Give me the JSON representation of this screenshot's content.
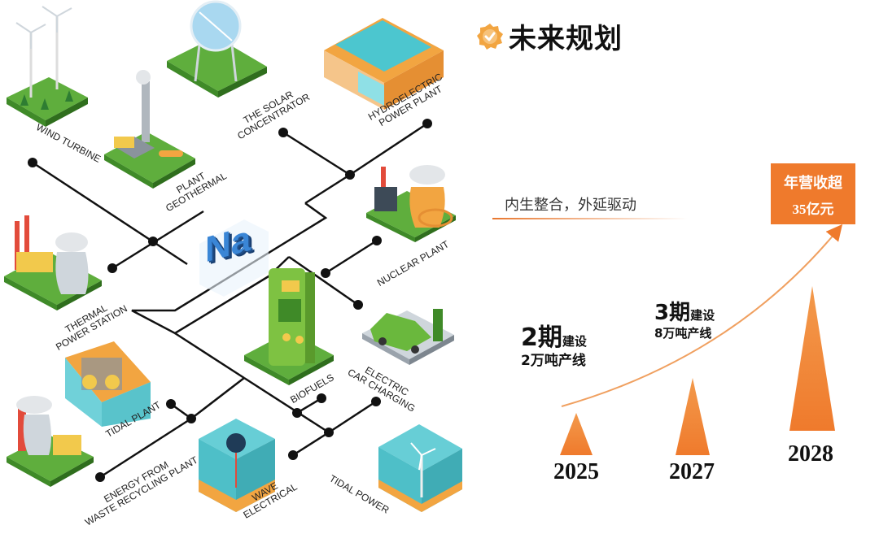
{
  "title": "未来规划",
  "slogan": "内生整合，外延驱动",
  "target": {
    "line1": "年营收超",
    "line2": "35亿元"
  },
  "phases": [
    {
      "number": "2期",
      "action": "建设",
      "capacity": "2万吨产线"
    },
    {
      "number": "3期",
      "action": "建设",
      "capacity": "8万吨产线"
    }
  ],
  "years": [
    "2025",
    "2027",
    "2028"
  ],
  "diagram": {
    "logo": "Na",
    "labels": {
      "wind": "WIND TURBINE",
      "geo1": "PLANT",
      "geo2": "GEOTHERMAL",
      "solar1": "THE SOLAR",
      "solar2": "CONCENTRATOR",
      "hydro1": "HYDROELECTRIC",
      "hydro2": "POWER PLANT",
      "nuclear": "NUCLEAR PLANT",
      "thermal1": "THERMAL",
      "thermal2": "POWER STATION",
      "ev1": "ELECTRIC",
      "ev2": "CAR CHARGING",
      "biofuels": "BIOFUELS",
      "tidal_plant": "TIDAL PLANT",
      "waste1": "ENERGY FROM",
      "waste2": "WASTE RECYCLING PLANT",
      "wave1": "WAVE",
      "wave2": "ELECTRICAL",
      "tidal_power": "TIDAL POWER"
    }
  },
  "colors": {
    "accent": "#ef7a2c",
    "brand_blue": "#3a86d6",
    "grass": "#5fae3d",
    "water": "#4cc6cf"
  }
}
